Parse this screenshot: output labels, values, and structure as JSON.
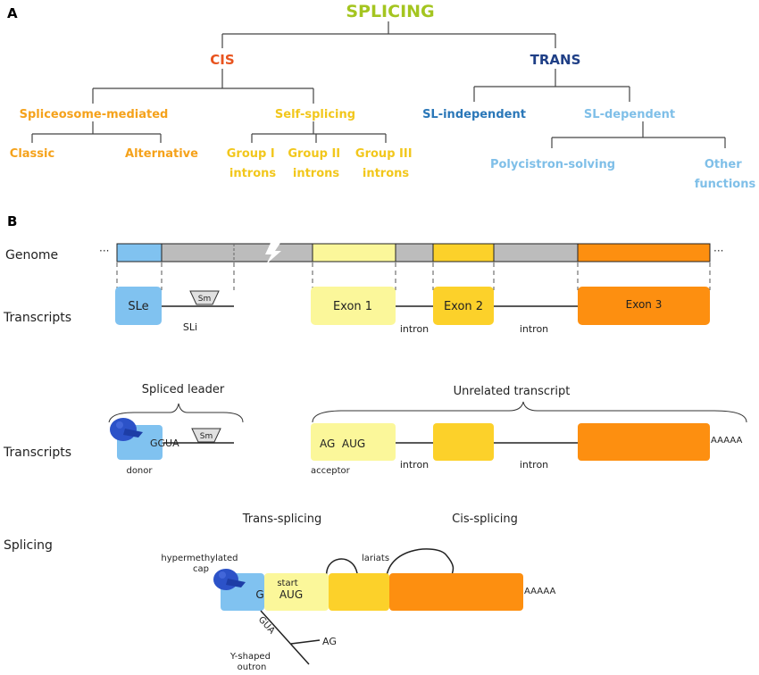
{
  "panel_a": {
    "label": "A",
    "root": "SPLICING",
    "cis": "CIS",
    "trans": "TRANS",
    "spliceosome_mediated": "Spliceosome-mediated",
    "self_splicing": "Self-splicing",
    "classic": "Classic",
    "alternative": "Alternative",
    "group1": [
      "Group I",
      "introns"
    ],
    "group2": [
      "Group II",
      "introns"
    ],
    "group3": [
      "Group III",
      "introns"
    ],
    "sl_independent": "SL-independent",
    "sl_dependent": "SL-dependent",
    "polycistron": "Polycistron-solving",
    "other_functions": [
      "Other",
      "functions"
    ]
  },
  "panel_b": {
    "label": "B",
    "genome_label": "Genome",
    "ellipsis": "···",
    "transcripts_label_1": "Transcripts",
    "sle": "SLe",
    "sm": "Sm",
    "sli": "SLi",
    "exon1": "Exon 1",
    "exon2": "Exon 2",
    "exon3": "Exon 3",
    "intron": "intron",
    "spliced_leader": "Spliced leader",
    "unrelated_transcript": "Unrelated transcript",
    "transcripts_label_2": "Transcripts",
    "gua": "GGUA",
    "donor": "donor",
    "ag_aug": "AG  AUG",
    "acceptor": "acceptor",
    "polya": "AAAAA",
    "splicing_label": "Splicing",
    "trans_splicing": "Trans-splicing",
    "cis_splicing": "Cis-splicing",
    "hypermethylated_cap": [
      "hypermethylated",
      "cap"
    ],
    "start": "start",
    "aug": "AUG",
    "g": "G",
    "lariats": "lariats",
    "gua_outron": "GUA",
    "ag": "AG",
    "y_outron": [
      "Y-shaped",
      "outron"
    ]
  },
  "colors": {
    "root": "#a4c520",
    "cis": "#e8531e",
    "trans": "#1f3f86",
    "orange": "#f5a21b",
    "yellow": "#f2c71c",
    "blue": "#2a77b8",
    "light_blue": "#7fbfe8",
    "sle_fill": "#80c2f0",
    "exon1_fill": "#fbf79a",
    "exon2_fill": "#fcd12a",
    "exon3_fill": "#fd8f10",
    "gray": "#bcbcbc",
    "cap": "#2c52c8"
  }
}
